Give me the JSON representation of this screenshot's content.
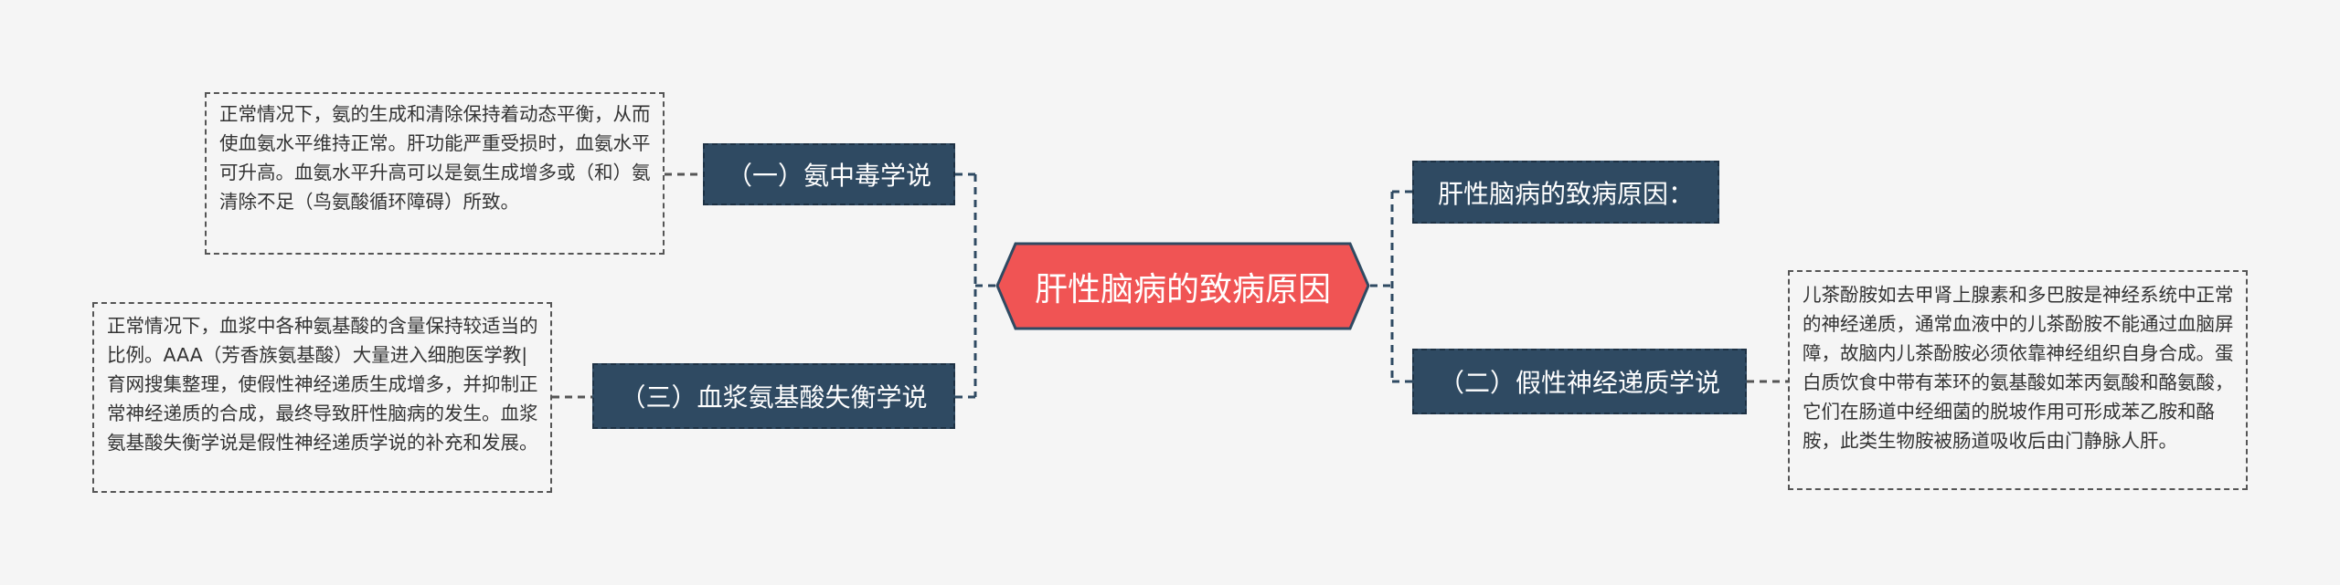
{
  "center": {
    "label": "肝性脑病的致病原因",
    "color": "#f05454"
  },
  "left": [
    {
      "label": "（一）氨中毒学说",
      "note": "正常情况下，氨的生成和清除保持着动态平衡，从而使血氨水平维持正常。肝功能严重受损时，血氨水平可升高。血氨水平升高可以是氨生成增多或（和）氨清除不足（鸟氨酸循环障碍）所致。"
    },
    {
      "label": "（三）血浆氨基酸失衡学说",
      "note": "正常情况下，血浆中各种氨基酸的含量保持较适当的比例。AAA（芳香族氨基酸）大量进入细胞医学教|育网搜集整理，使假性神经递质生成增多，并抑制正常神经递质的合成，最终导致肝性脑病的发生。血浆氨基酸失衡学说是假性神经递质学说的补充和发展。"
    }
  ],
  "right": [
    {
      "label": "肝性脑病的致病原因："
    },
    {
      "label": "（二）假性神经递质学说",
      "note": "儿茶酚胺如去甲肾上腺素和多巴胺是神经系统中正常的神经递质，通常血液中的儿茶酚胺不能通过血脑屏障，故脑内儿茶酚胺必须依靠神经组织自身合成。蛋白质饮食中带有苯环的氨基酸如苯丙氨酸和酪氨酸，它们在肠道中经细菌的脱坡作用可形成苯乙胺和酪胺，此类生物胺被肠道吸收后由门静脉人肝。"
    }
  ],
  "colors": {
    "node": "#2f4a62",
    "line": "#2f4a62",
    "background": "#f5f5f5"
  }
}
